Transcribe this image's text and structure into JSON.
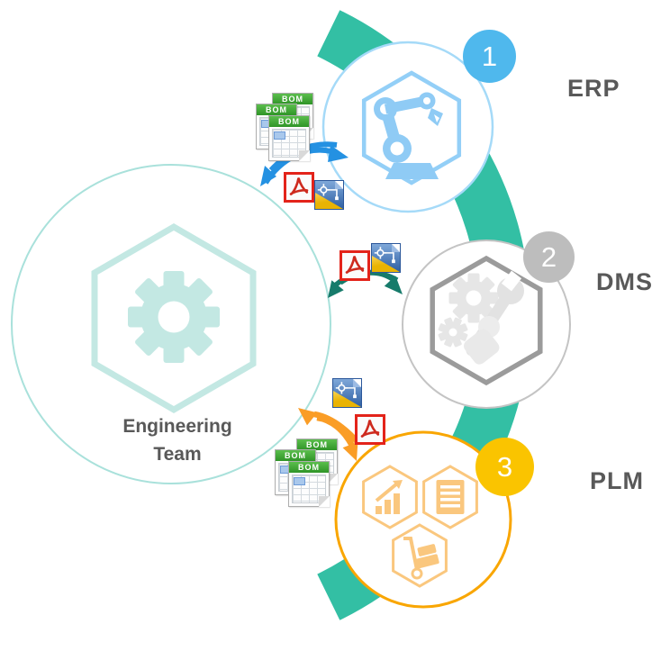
{
  "diagram": {
    "swoosh_color": "#33BFA4",
    "label_color": "#595959",
    "center_node": {
      "label_line1": "Engineering",
      "label_line2": "Team",
      "icon": "gear-icon",
      "border_color": "#A9E1DB",
      "icon_color": "#C3E8E3"
    },
    "nodes": [
      {
        "number": "1",
        "label": "ERP",
        "icon": "robot-arm-icon",
        "badge_color": "#4FB8ED",
        "circle_color": "#A5DAF8",
        "icon_color": "#8FCBF5"
      },
      {
        "number": "2",
        "label": "DMS",
        "icon": "gears-and-wrench-icon",
        "badge_color": "#BDBDBD",
        "circle_color": "#C4C4C4",
        "icon_color": "#E6E6E6"
      },
      {
        "number": "3",
        "label": "PLM",
        "icon": "chart-document-handtruck-icons",
        "badge_color": "#FAC400",
        "circle_color": "#F9A602",
        "icon_color": "#FAC77E"
      }
    ],
    "flows": [
      {
        "to": "ERP",
        "arrow_color": "#2491E2",
        "file_icons": [
          "bom-spreadsheet-stack",
          "pdf-file",
          "cad-file"
        ]
      },
      {
        "to": "DMS",
        "arrow_color": "#177B6B",
        "file_icons": [
          "pdf-file",
          "cad-file"
        ]
      },
      {
        "to": "PLM",
        "arrow_color": "#FA9D26",
        "file_icons": [
          "cad-file",
          "pdf-file",
          "bom-spreadsheet-stack"
        ]
      }
    ],
    "file_labels": {
      "bom": "BOM"
    }
  }
}
